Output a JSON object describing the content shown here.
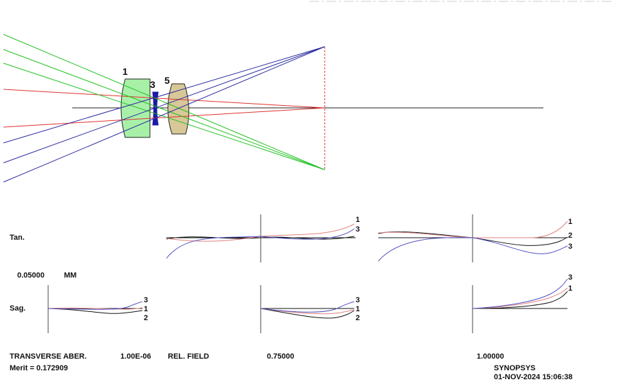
{
  "lens_drawing": {
    "surface_labels": [
      "1",
      "3",
      "5"
    ],
    "colors": {
      "field_axis": "#e03030",
      "field_mid": "#20c020",
      "field_full": "#2a2aa0",
      "lens_crown": "#a8f0a8",
      "lens_flint": "#d8c898",
      "negative_lens": "#1a1aa8"
    }
  },
  "aberration_plots": {
    "row_labels": {
      "tan": "Tan.",
      "sag": "Sag."
    },
    "scale_value": "0.05000",
    "scale_unit": "MM",
    "curve_labels": {
      "one": "1",
      "two": "2",
      "three": "3"
    },
    "colors": {
      "wave1": "#e08080",
      "wave2": "#111111",
      "wave3": "#5050c0"
    }
  },
  "footer": {
    "title": "TRANSVERSE ABER.",
    "wavelength_weight": "1.00E-06",
    "rel_field_label": "REL. FIELD",
    "field_mid": "0.75000",
    "field_full": "1.00000",
    "merit": "Merit = 0.172909",
    "program": "SYNOPSYS",
    "timestamp": "01-NOV-2024 15:06:38"
  }
}
